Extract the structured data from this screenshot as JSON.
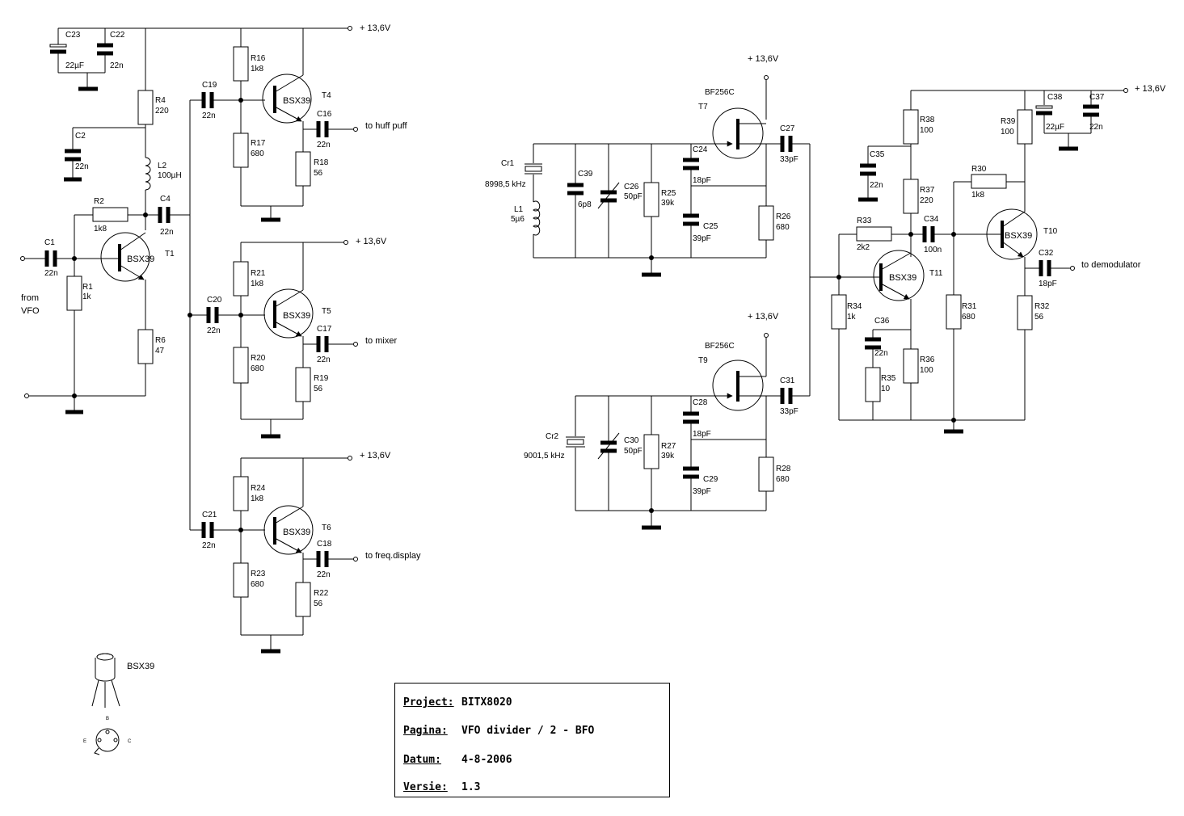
{
  "supply": "+ 13,6V",
  "supply_short": "+ 13,6V",
  "title_block": {
    "project_label": "Project:",
    "project": "BITX8020",
    "pagina_label": "Pagina:",
    "pagina": "VFO divider / 2 - BFO",
    "datum_label": "Datum:",
    "datum": "4-8-2006",
    "versie_label": "Versie:",
    "versie": "1.3"
  },
  "inputs": {
    "from": "from",
    "vfo": "VFO"
  },
  "outputs": {
    "huff": "to huff puff",
    "mixer": "to mixer",
    "display": "to freq.display",
    "demod": "to demodulator"
  },
  "transistor_types": {
    "bsx": "BSX39",
    "jfet": "BF256C"
  },
  "pinout": {
    "name": "BSX39",
    "b": "B",
    "e": "E",
    "c": "C"
  },
  "crystals": {
    "cr1": {
      "ref": "Cr1",
      "freq": "8998,5 kHz"
    },
    "cr2": {
      "ref": "Cr2",
      "freq": "9001,5 kHz"
    }
  },
  "components": {
    "C1": [
      "C1",
      "22n"
    ],
    "C2": [
      "C2",
      "22n"
    ],
    "C4": [
      "C4",
      "22n"
    ],
    "C16": [
      "C16",
      "22n"
    ],
    "C17": [
      "C17",
      "22n"
    ],
    "C18": [
      "C18",
      "22n"
    ],
    "C19": [
      "C19",
      "22n"
    ],
    "C20": [
      "C20",
      "22n"
    ],
    "C21": [
      "C21",
      "22n"
    ],
    "C22": [
      "C22",
      "22n"
    ],
    "C23": [
      "C23",
      "22µF"
    ],
    "C24": [
      "C24",
      "18pF"
    ],
    "C25": [
      "C25",
      "39pF"
    ],
    "C26": [
      "C26",
      "50pF"
    ],
    "C27": [
      "C27",
      "33pF"
    ],
    "C28": [
      "C28",
      "18pF"
    ],
    "C29": [
      "C29",
      "39pF"
    ],
    "C30": [
      "C30",
      "50pF"
    ],
    "C31": [
      "C31",
      "33pF"
    ],
    "C32": [
      "C32",
      "18pF"
    ],
    "C34": [
      "C34",
      "100n"
    ],
    "C35": [
      "C35",
      "22n"
    ],
    "C36": [
      "C36",
      "22n"
    ],
    "C37": [
      "C37",
      "22n"
    ],
    "C38": [
      "C38",
      "22µF"
    ],
    "C39": [
      "C39",
      "6p8"
    ],
    "R1": [
      "R1",
      "1k"
    ],
    "R2": [
      "R2",
      "1k8"
    ],
    "R4": [
      "R4",
      "220"
    ],
    "R6": [
      "R6",
      "47"
    ],
    "R16": [
      "R16",
      "1k8"
    ],
    "R17": [
      "R17",
      "680"
    ],
    "R18": [
      "R18",
      "56"
    ],
    "R19": [
      "R19",
      "56"
    ],
    "R20": [
      "R20",
      "680"
    ],
    "R21": [
      "R21",
      "1k8"
    ],
    "R22": [
      "R22",
      "56"
    ],
    "R23": [
      "R23",
      "680"
    ],
    "R24": [
      "R24",
      "1k8"
    ],
    "R25": [
      "R25",
      "39k"
    ],
    "R26": [
      "R26",
      "680"
    ],
    "R27": [
      "R27",
      "39k"
    ],
    "R28": [
      "R28",
      "680"
    ],
    "R30": [
      "R30",
      "1k8"
    ],
    "R31": [
      "R31",
      "680"
    ],
    "R32": [
      "R32",
      "56"
    ],
    "R33": [
      "R33",
      "2k2"
    ],
    "R34": [
      "R34",
      "1k"
    ],
    "R35": [
      "R35",
      "10"
    ],
    "R36": [
      "R36",
      "100"
    ],
    "R37": [
      "R37",
      "220"
    ],
    "R38": [
      "R38",
      "100"
    ],
    "R39": [
      "R39",
      "100"
    ],
    "L1": [
      "L1",
      "5µ6"
    ],
    "L2": [
      "L2",
      "100µH"
    ]
  },
  "transistors": {
    "T1": "T1",
    "T4": "T4",
    "T5": "T5",
    "T6": "T6",
    "T7": "T7",
    "T9": "T9",
    "T10": "T10",
    "T11": "T11"
  }
}
